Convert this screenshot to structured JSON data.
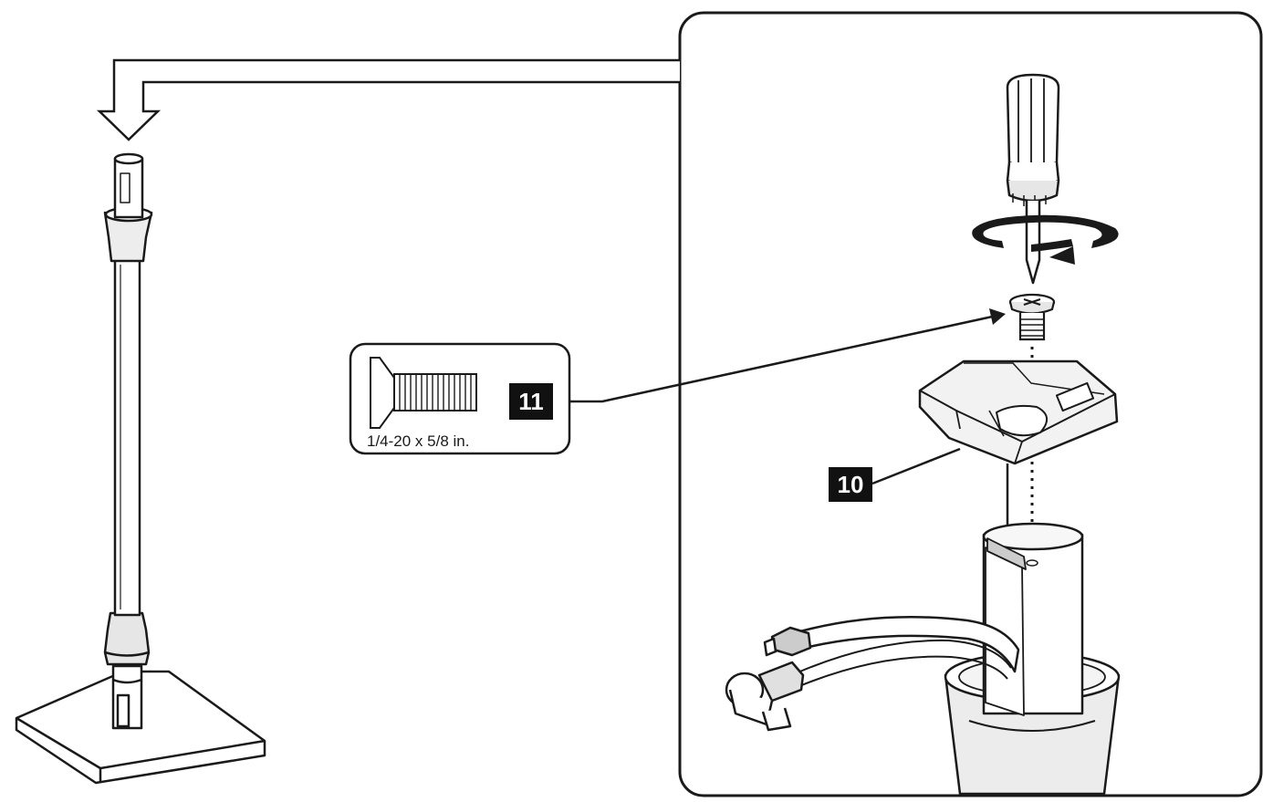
{
  "parts": {
    "screw": {
      "number": "11",
      "spec": "1/4-20 x 5/8 in."
    },
    "bracket": {
      "number": "10"
    }
  },
  "icons": [
    "screwdriver-icon",
    "rotate-arrow-icon",
    "screw-icon",
    "down-arrow-icon"
  ],
  "colors": {
    "line": "#1a1a1a",
    "label_bg": "#111111",
    "label_text": "#ffffff",
    "fill_light": "#f2f2f2",
    "fill_mid": "#cccccc"
  }
}
